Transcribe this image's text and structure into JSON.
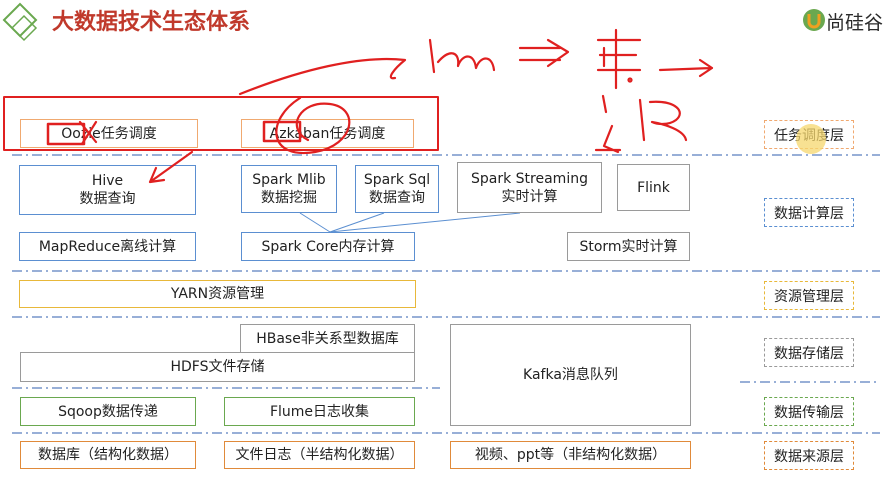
{
  "title": "大数据技术生态体系",
  "logo": {
    "text": "尚硅谷",
    "icon": "brand-u-icon",
    "text_color": "#2b2b2b"
  },
  "colors": {
    "title": "#c0392b",
    "orange": "#f0a970",
    "blue": "#5b8fd1",
    "gray": "#9a9a9a",
    "yellow": "#e8b83a",
    "green": "#6aa84f",
    "annotation_red": "#e02020",
    "divider": "#5b7fbf",
    "highlight": "#f5d76e"
  },
  "layers": {
    "scheduling": "任务调度层",
    "compute": "数据计算层",
    "resource": "资源管理层",
    "storage": "数据存储层",
    "transport": "数据传输层",
    "source": "数据来源层"
  },
  "boxes": {
    "oozie": "Oozie任务调度",
    "azkaban": "Azkaban任务调度",
    "hive_line1": "Hive",
    "hive_line2": "数据查询",
    "spark_mlib_line1": "Spark Mlib",
    "spark_mlib_line2": "数据挖掘",
    "spark_sql_line1": "Spark Sql",
    "spark_sql_line2": "数据查询",
    "spark_streaming_line1": "Spark Streaming",
    "spark_streaming_line2": "实时计算",
    "flink": "Flink",
    "mapreduce": "MapReduce离线计算",
    "spark_core": "Spark Core内存计算",
    "storm": "Storm实时计算",
    "yarn": "YARN资源管理",
    "hbase": "HBase非关系型数据库",
    "hdfs": "HDFS文件存储",
    "kafka": "Kafka消息队列",
    "sqoop": "Sqoop数据传递",
    "flume": "Flume日志收集",
    "database": "数据库（结构化数据）",
    "filelog": "文件日志（半结构化数据）",
    "video": "视频、ppt等（非结构化数据）"
  }
}
